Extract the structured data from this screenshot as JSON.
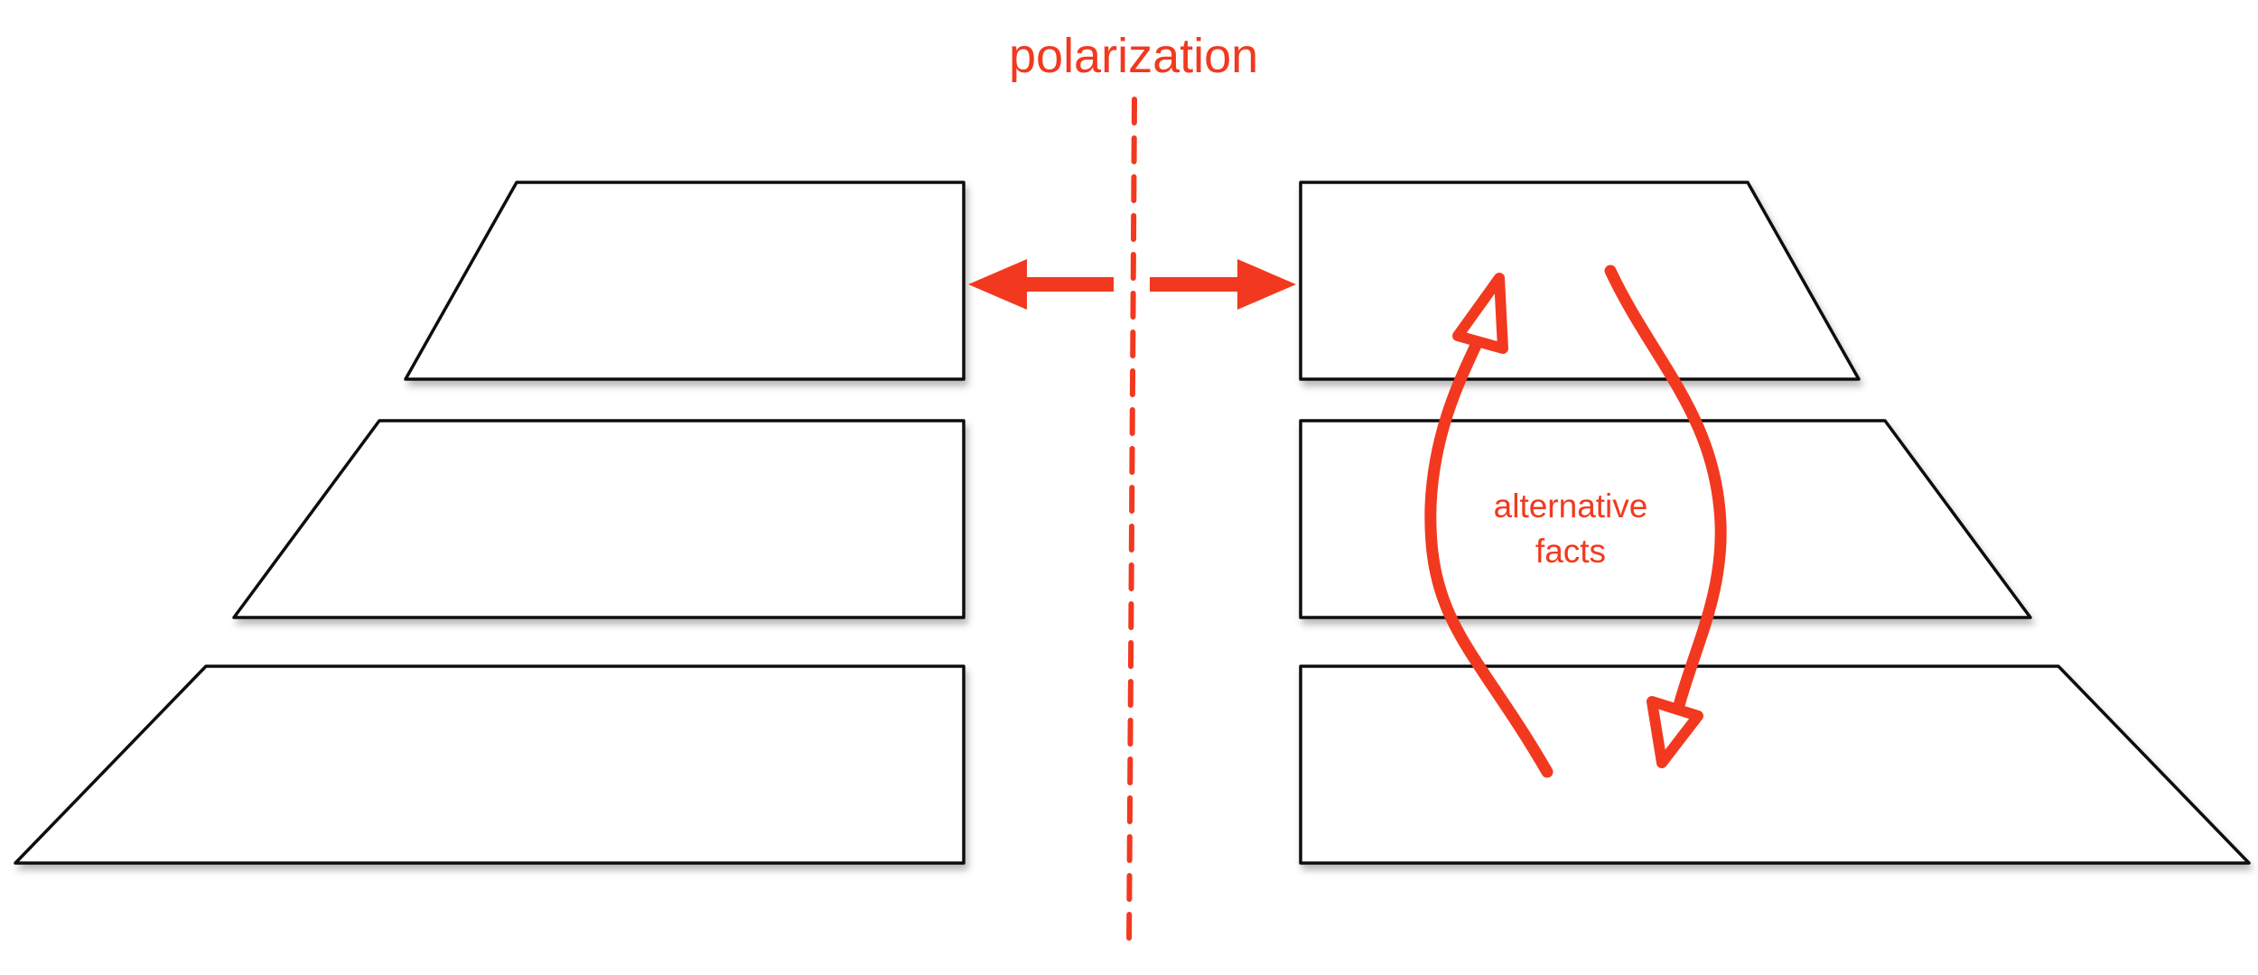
{
  "labels": {
    "polarization": "polarization",
    "alternative_facts": "alternative\nfacts"
  },
  "colors": {
    "accent": "#f2391f",
    "outline": "#111111",
    "fill": "#ffffff",
    "shadow": "#bdbdbd"
  },
  "structure": {
    "left_stack_layers": 3,
    "right_stack_layers": 3,
    "divider": "dashed-vertical-line",
    "connector": "double-headed-arrow",
    "right_stack_flow": [
      "up-arrow",
      "down-arrow"
    ]
  }
}
